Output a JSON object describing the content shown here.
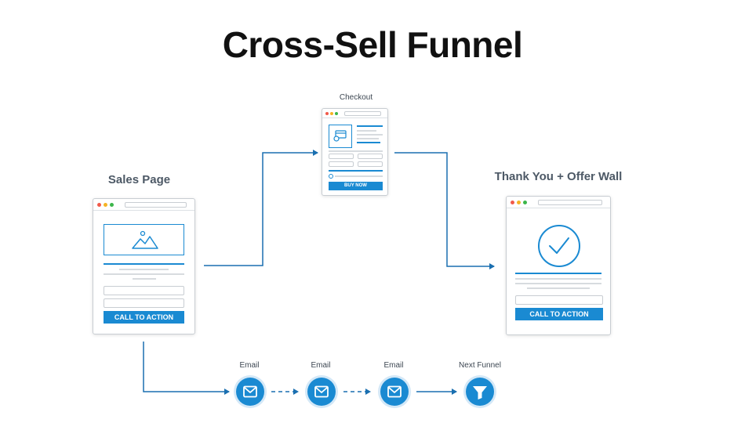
{
  "title": "Cross-Sell Funnel",
  "sales_page": {
    "label": "Sales Page",
    "cta": "CALL TO ACTION"
  },
  "checkout": {
    "label": "Checkout",
    "cta": "BUY NOW"
  },
  "thank_you": {
    "label": "Thank You + Offer Wall",
    "cta": "CALL TO ACTION"
  },
  "sequence": [
    {
      "label": "Email",
      "icon": "envelope-icon"
    },
    {
      "label": "Email",
      "icon": "envelope-icon"
    },
    {
      "label": "Email",
      "icon": "envelope-icon"
    },
    {
      "label": "Next Funnel",
      "icon": "funnel-icon"
    }
  ],
  "colors": {
    "accent": "#1a8ad2",
    "text": "#111111",
    "label": "#4d5966"
  }
}
